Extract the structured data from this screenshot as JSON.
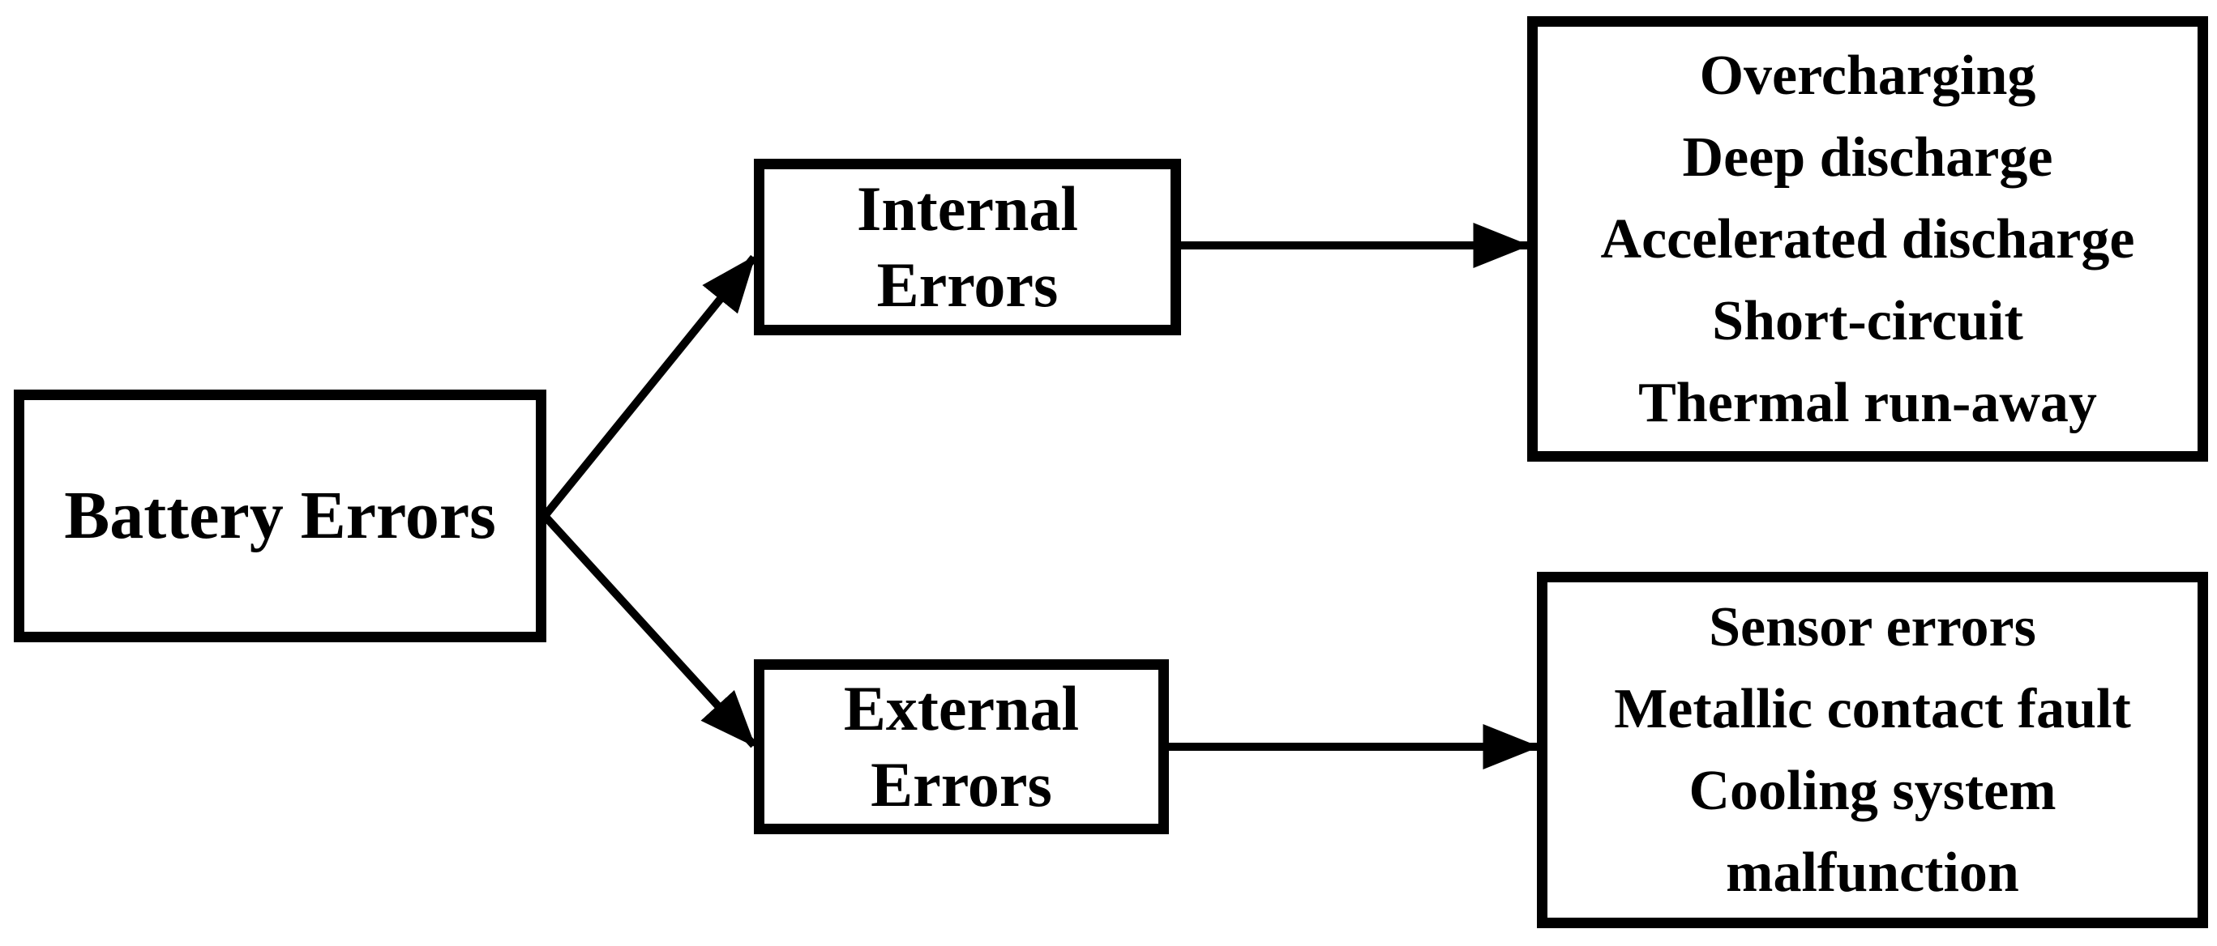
{
  "diagram": {
    "background_color": "#ffffff",
    "line_color": "#000000",
    "text_color": "#000000",
    "root": {
      "label": "Battery Errors"
    },
    "branches": [
      {
        "label": "Internal Errors",
        "causes": [
          "Overcharging",
          "Deep discharge",
          "Accelerated discharge",
          "Short-circuit",
          "Thermal run-away"
        ]
      },
      {
        "label": "External Errors",
        "causes": [
          "Sensor errors",
          "Metallic contact fault",
          "Cooling system malfunction"
        ]
      }
    ]
  }
}
